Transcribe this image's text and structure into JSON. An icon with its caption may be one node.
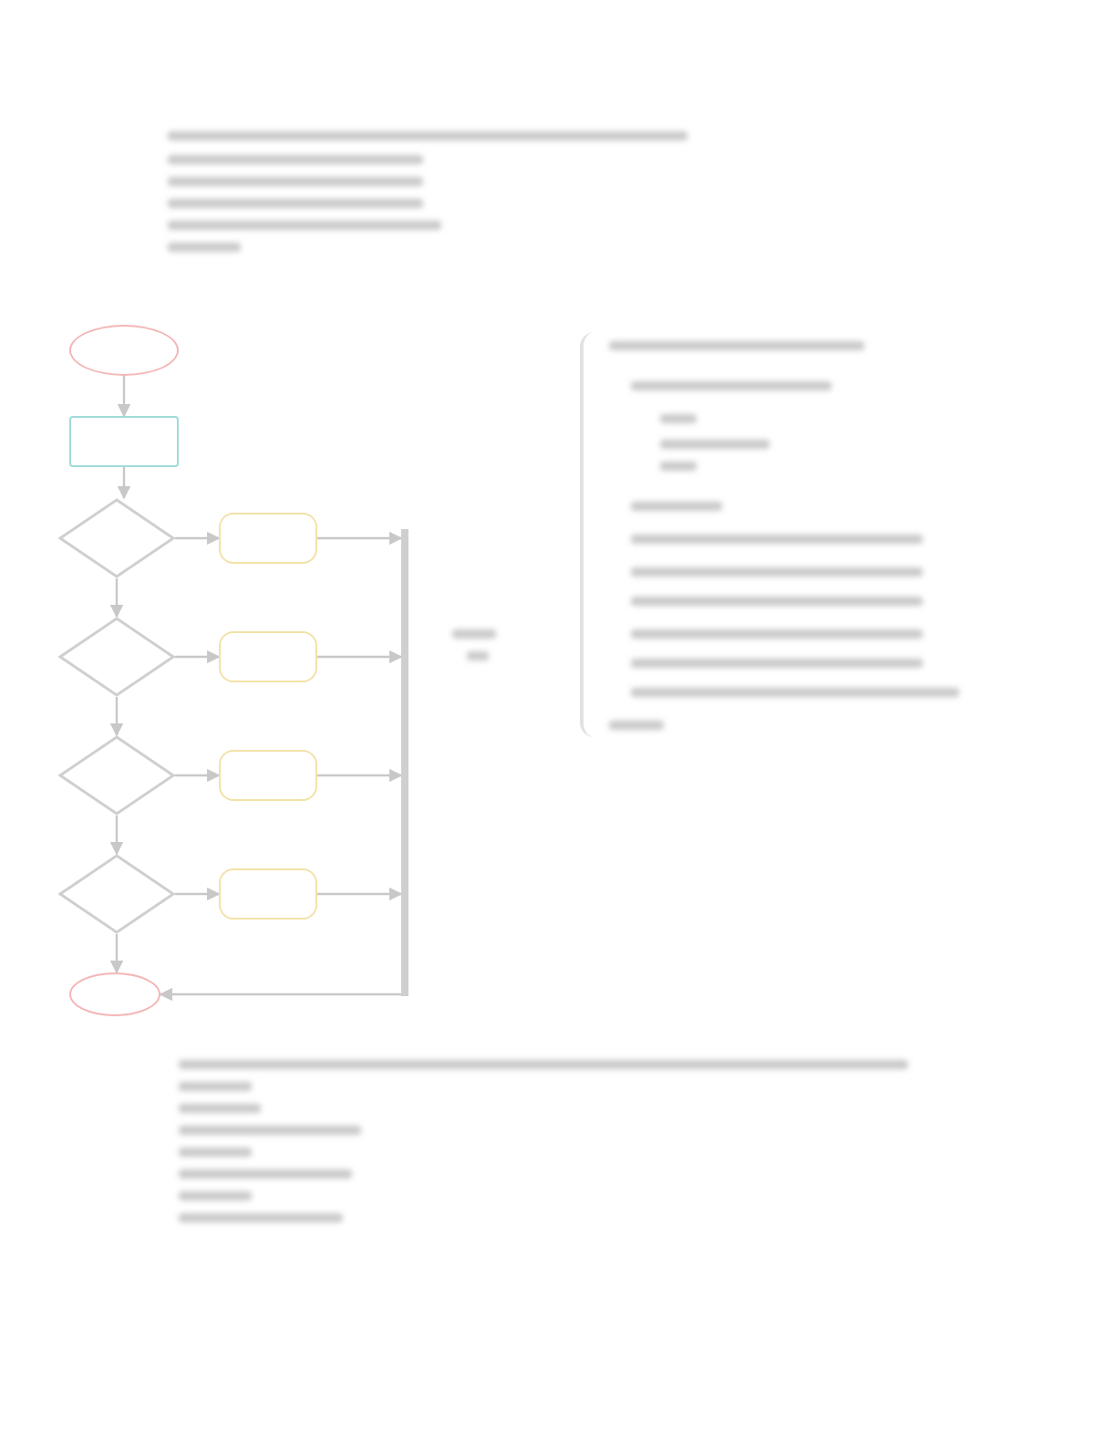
{
  "diagram": {
    "nodes": [
      {
        "text": [],
        "shape": "ellipse"
      },
      {
        "text": [],
        "shape": "box"
      },
      {
        "text": [],
        "shape": "diamond"
      },
      {
        "text": [],
        "shape": "diamond"
      },
      {
        "text": [],
        "shape": "diamond"
      },
      {
        "text": [],
        "shape": "diamond"
      },
      {
        "text": [],
        "shape": "box"
      },
      {
        "text": [],
        "shape": "box"
      },
      {
        "text": [],
        "shape": "box"
      },
      {
        "text": [],
        "shape": "box"
      },
      {
        "text": [],
        "shape": "ellipse"
      },
      {
        "text": [],
        "shape": "bar"
      },
      {
        "text": [],
        "shape": "box"
      }
    ],
    "edges": [
      {
        "from": 0,
        "to": 1,
        "arrow": "to"
      },
      {
        "from": 1,
        "to": 2,
        "arrow": "to"
      },
      {
        "from": 2,
        "to": 3,
        "arrow": "to"
      },
      {
        "from": 3,
        "to": 4,
        "arrow": "to"
      },
      {
        "from": 4,
        "to": 5,
        "arrow": "to"
      },
      {
        "from": 5,
        "to": 10,
        "arrow": "to"
      },
      {
        "from": 2,
        "to": 6,
        "arrow": "to"
      },
      {
        "from": 3,
        "to": 7,
        "arrow": "to"
      },
      {
        "from": 4,
        "to": 8,
        "arrow": "to"
      },
      {
        "from": 5,
        "to": 9,
        "arrow": "to"
      },
      {
        "from": 6,
        "to": 11,
        "arrow": "to"
      },
      {
        "from": 7,
        "to": 11,
        "arrow": "to"
      },
      {
        "from": 8,
        "to": 11,
        "arrow": "to"
      },
      {
        "from": 9,
        "to": 11,
        "arrow": "to"
      },
      {
        "from": 11,
        "to": 10,
        "arrow": "to"
      }
    ]
  }
}
